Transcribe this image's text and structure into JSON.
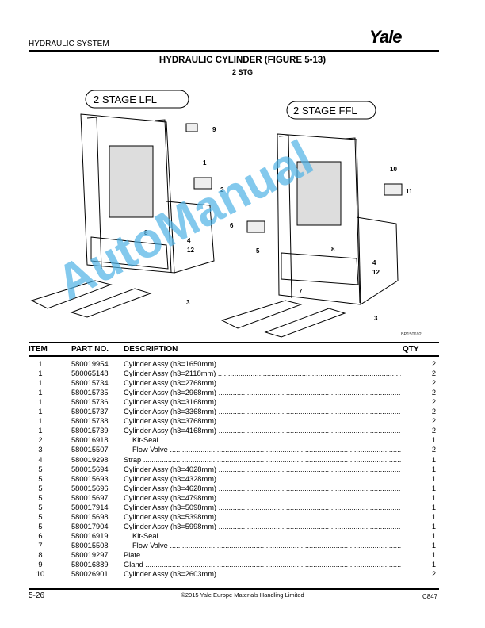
{
  "header": {
    "section": "HYDRAULIC SYSTEM",
    "logo": "Yale"
  },
  "title": "HYDRAULIC CYLINDER (FIGURE 5-13)",
  "subtitle": "2 STG",
  "figure": {
    "left_label": "2 STAGE LFL",
    "right_label": "2 STAGE FFL",
    "callouts_left": [
      "9",
      "1",
      "2",
      "8",
      "4",
      "12",
      "3"
    ],
    "callouts_right": [
      "10",
      "11",
      "6",
      "5",
      "8",
      "4",
      "12",
      "7",
      "3"
    ],
    "code": "BP150692"
  },
  "table": {
    "headers": {
      "item": "ITEM",
      "part": "PART NO.",
      "desc": "DESCRIPTION",
      "qty": "QTY"
    },
    "rows": [
      {
        "item": "1",
        "part": "580019954",
        "desc": "Cylinder Assy (h3=1650mm)",
        "qty": "2",
        "sub": false
      },
      {
        "item": "1",
        "part": "580065148",
        "desc": "Cylinder Assy (h3=2118mm)",
        "qty": "2",
        "sub": false
      },
      {
        "item": "1",
        "part": "580015734",
        "desc": "Cylinder Assy (h3=2768mm)",
        "qty": "2",
        "sub": false
      },
      {
        "item": "1",
        "part": "580015735",
        "desc": "Cylinder Assy (h3=2968mm)",
        "qty": "2",
        "sub": false
      },
      {
        "item": "1",
        "part": "580015736",
        "desc": "Cylinder Assy (h3=3168mm)",
        "qty": "2",
        "sub": false
      },
      {
        "item": "1",
        "part": "580015737",
        "desc": "Cylinder Assy (h3=3368mm)",
        "qty": "2",
        "sub": false
      },
      {
        "item": "1",
        "part": "580015738",
        "desc": "Cylinder Assy (h3=3768mm)",
        "qty": "2",
        "sub": false
      },
      {
        "item": "1",
        "part": "580015739",
        "desc": "Cylinder Assy (h3=4168mm)",
        "qty": "2",
        "sub": false
      },
      {
        "item": "2",
        "part": "580016918",
        "desc": "Kit-Seal",
        "qty": "1",
        "sub": true
      },
      {
        "item": "3",
        "part": "580015507",
        "desc": "Flow Valve",
        "qty": "2",
        "sub": true
      },
      {
        "item": "4",
        "part": "580019298",
        "desc": "Strap",
        "qty": "1",
        "sub": false
      },
      {
        "item": "5",
        "part": "580015694",
        "desc": "Cylinder Assy (h3=4028mm)",
        "qty": "1",
        "sub": false
      },
      {
        "item": "5",
        "part": "580015693",
        "desc": "Cylinder Assy (h3=4328mm)",
        "qty": "1",
        "sub": false
      },
      {
        "item": "5",
        "part": "580015696",
        "desc": "Cylinder Assy (h3=4628mm)",
        "qty": "1",
        "sub": false
      },
      {
        "item": "5",
        "part": "580015697",
        "desc": "Cylinder Assy (h3=4798mm)",
        "qty": "1",
        "sub": false
      },
      {
        "item": "5",
        "part": "580017914",
        "desc": "Cylinder Assy (h3=5098mm)",
        "qty": "1",
        "sub": false
      },
      {
        "item": "5",
        "part": "580015698",
        "desc": "Cylinder Assy (h3=5398mm)",
        "qty": "1",
        "sub": false
      },
      {
        "item": "5",
        "part": "580017904",
        "desc": "Cylinder Assy (h3=5998mm)",
        "qty": "1",
        "sub": false
      },
      {
        "item": "6",
        "part": "580016919",
        "desc": "Kit-Seal",
        "qty": "1",
        "sub": true
      },
      {
        "item": "7",
        "part": "580015508",
        "desc": "Flow Valve",
        "qty": "1",
        "sub": true
      },
      {
        "item": "8",
        "part": "580019297",
        "desc": "Plate",
        "qty": "1",
        "sub": false
      },
      {
        "item": "9",
        "part": "580016889",
        "desc": "Gland",
        "qty": "1",
        "sub": false
      },
      {
        "item": "10",
        "part": "580026901",
        "desc": "Cylinder Assy (h3=2603mm)",
        "qty": "2",
        "sub": false
      }
    ]
  },
  "footer": {
    "page": "5-26",
    "copyright": "©2015 Yale Europe Materials Handling Limited",
    "code": "C847"
  },
  "watermark": "AutoManual",
  "colors": {
    "watermark": "#4fb3e6"
  }
}
